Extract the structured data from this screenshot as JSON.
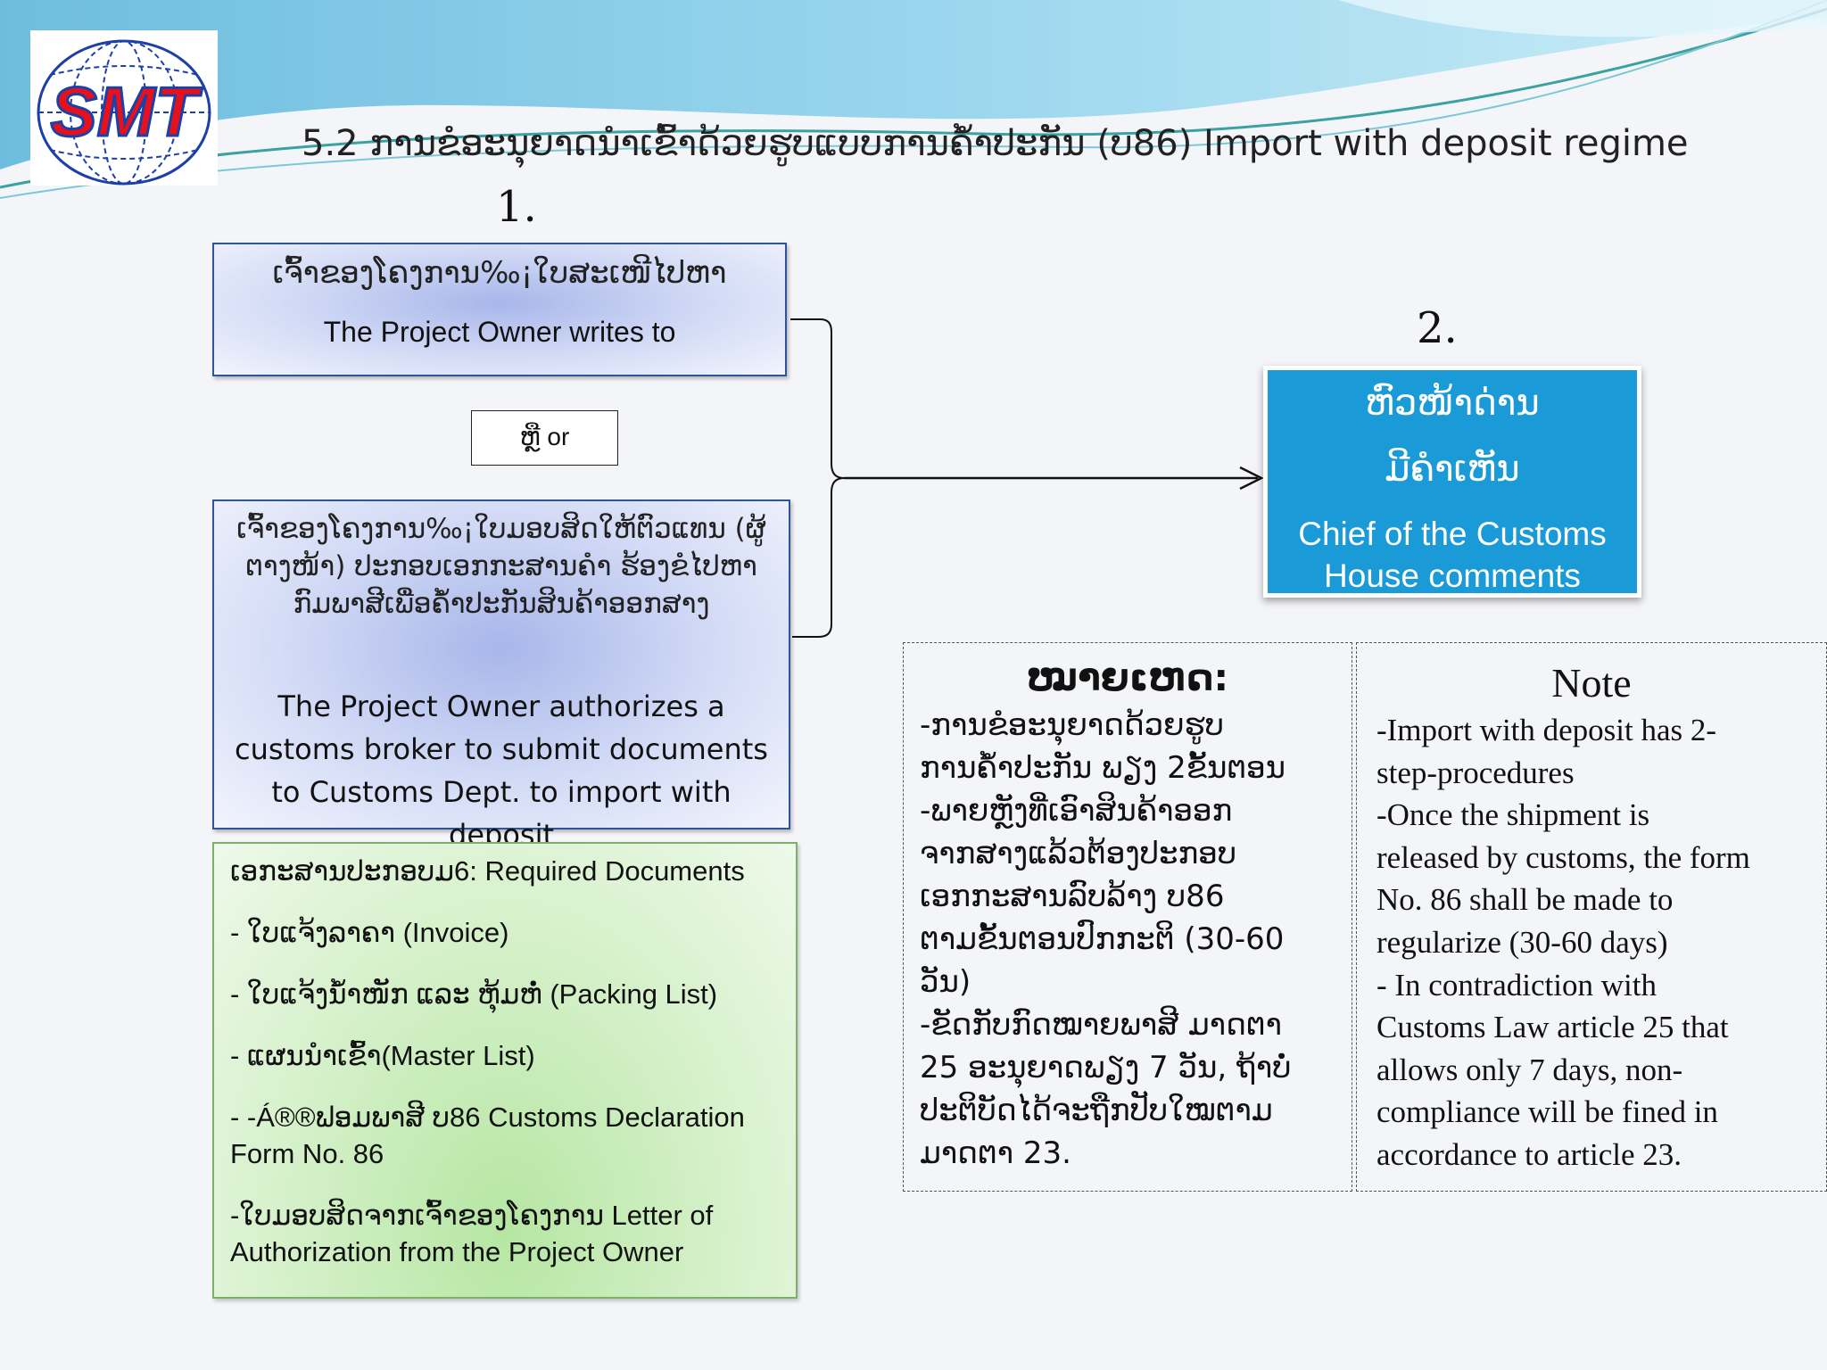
{
  "title": "5.2 ການຂໍອະນຸຍາດນຳເຂົ້າດ້ວຍຮູບແບບການຄ້ຳປະກັນ (ບ86) Import  with deposit regime",
  "steps": {
    "step1": "1.",
    "step2": "2."
  },
  "box_writes": {
    "lao": "ເຈົ້າຂອງໂຄງການ‰¡ໃບສະເໜີໄປຫາ",
    "en": "The Project Owner  writes to"
  },
  "or_box": {
    "text": "ຫຼື  or"
  },
  "box_authorize": {
    "lao": "ເຈົ້າຂອງໂຄງການ‰¡ໃບມອບສິດໃຫ້ຕົວແທນ (ຜູ້ຕາງໜ້າ) ປະກອບເອກກະສານຄຳ ຮ້ອງຂໍໄປຫາກົມພາສີເພື່ອຄ້ຳປະກັນສິນຄ້າອອກສາງ",
    "en": "The Project Owner authorizes a customs broker to submit documents to Customs Dept.  to import with deposit"
  },
  "customs_box": {
    "lao1": "ຫົວໜ້າດ່ານ",
    "lao2": "ມີຄຳເຫັນ",
    "en": "Chief of the Customs House comments"
  },
  "required_docs": {
    "header": "ເອກະສານປະກອບມ6: Required Documents",
    "items": [
      "- ໃບແຈ້ງລາຄາ (Invoice)",
      "- ໃບແຈ້ງນ້ຳໜັກ ແລະ ຫຸ້ມຫໍ່ (Packing List)",
      "- ແຜນນຳເຂົ້າ(Master List)",
      "- -Á®®ຟອມພາສີ ບ86 Customs Declaration Form No. 86",
      "-ໃບມອບສິດຈາກເຈົ້າຂອງໂຄງການ Letter of Authorization from the Project Owner"
    ]
  },
  "note_lao": {
    "heading": "ໝາຍເຫດ:",
    "lines": [
      "-ການຂໍອະນຸຍາດດ້ວຍຮູບ",
      "ການຄ້ຳປະກັນ ພຽງ 2ຂັ້ນຕອນ",
      "-ພາຍຫຼັງທີ່ເອົາສິນຄ້າອອກ",
      "ຈາກສາງແລ້ວຕ້ອງປະກອບ",
      "ເອກກະສານລົບລ້າງ ບ86",
      "ຕາມຂັ້ນຕອນປົກກະຕິ (30-60",
      "ວັນ)",
      "-ຂັດກັບກົດໝາຍພາສີ ມາດຕາ",
      "25 ອະນຸຍາດພຽງ 7 ວັນ, ຖ້າບໍ່",
      "ປະຕິບັດໄດ້ຈະຖືກປັບໃໝຕາມ",
      "ມາດຕາ 23."
    ]
  },
  "note_en": {
    "heading": "Note",
    "lines": [
      "-Import with deposit has 2-",
      "step-procedures",
      "-Once the shipment is",
      "released by customs, the form",
      "No. 86 shall be made to",
      "regularize (30-60 days)",
      "- In contradiction with",
      "Customs Law article 25 that",
      "allows only 7 days, non-",
      "compliance will be fined in",
      "accordance to article 23."
    ]
  },
  "logo": {
    "text": "SMT",
    "colors": {
      "red": "#e8111b",
      "blue": "#1c3fa8"
    }
  },
  "colors": {
    "blue_border": "#2f5597",
    "green_border": "#7fb069",
    "customs_box": "#1a9ad6"
  }
}
